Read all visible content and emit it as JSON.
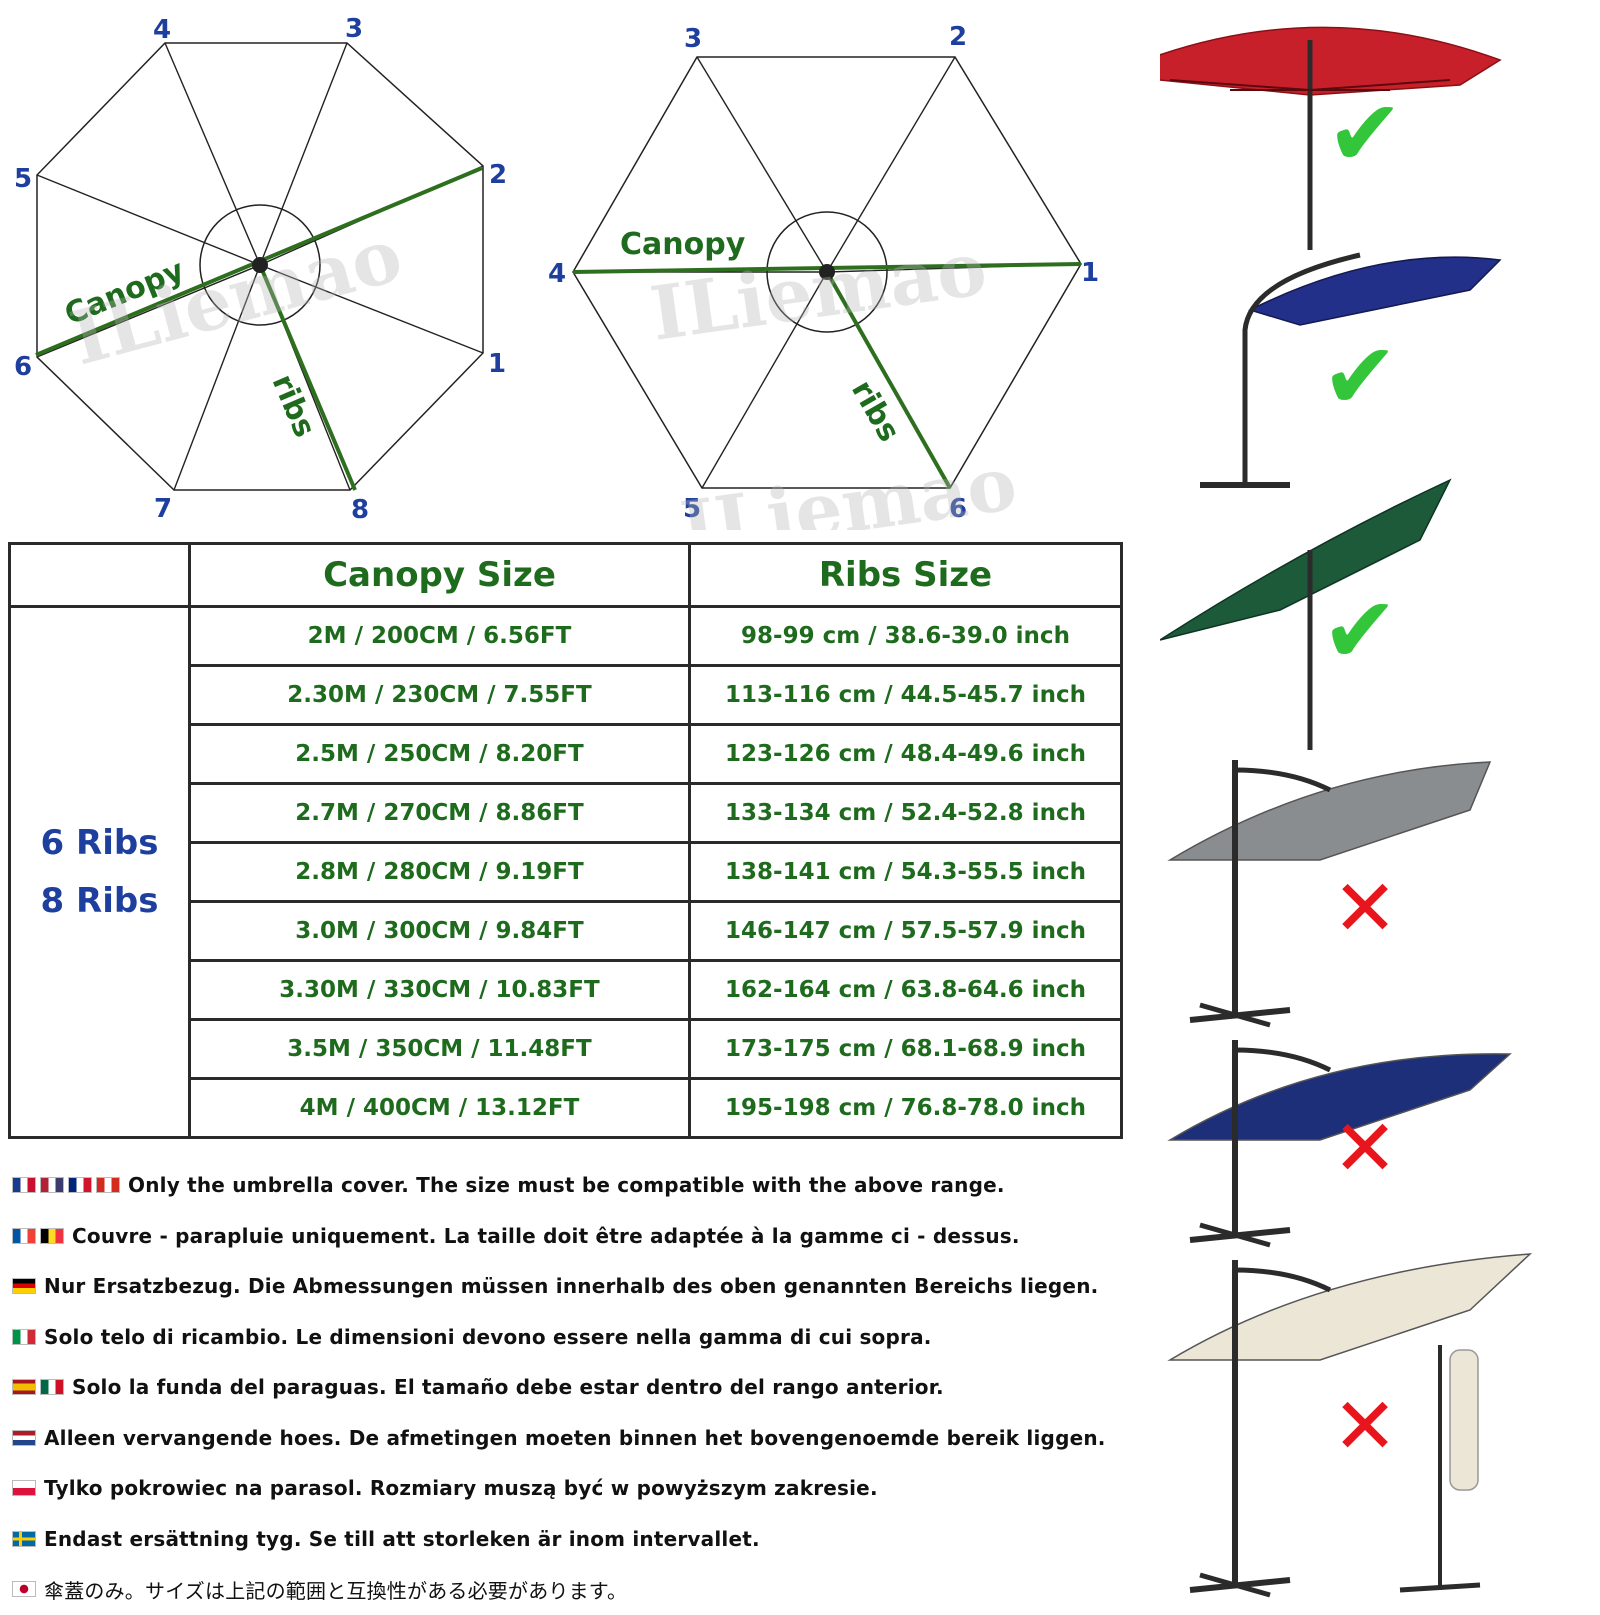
{
  "diagram_8": {
    "point_labels": [
      "1",
      "2",
      "3",
      "4",
      "5",
      "6",
      "7",
      "8"
    ],
    "canopy_label": "Canopy",
    "ribs_label": "ribs"
  },
  "diagram_6": {
    "point_labels": [
      "1",
      "2",
      "3",
      "4",
      "5",
      "6"
    ],
    "canopy_label": "Canopy",
    "ribs_label": "ribs"
  },
  "watermark": "ILiemao",
  "table": {
    "headers": [
      "",
      "Canopy Size",
      "Ribs Size"
    ],
    "ribs_counts": [
      "6 Ribs",
      "8 Ribs"
    ],
    "rows": [
      {
        "canopy": "2M / 200CM / 6.56FT",
        "ribs": "98-99 cm / 38.6-39.0 inch"
      },
      {
        "canopy": "2.30M / 230CM / 7.55FT",
        "ribs": "113-116 cm / 44.5-45.7 inch"
      },
      {
        "canopy": "2.5M / 250CM / 8.20FT",
        "ribs": "123-126 cm / 48.4-49.6 inch"
      },
      {
        "canopy": "2.7M / 270CM / 8.86FT",
        "ribs": "133-134 cm / 52.4-52.8 inch"
      },
      {
        "canopy": "2.8M / 280CM / 9.19FT",
        "ribs": "138-141 cm / 54.3-55.5 inch"
      },
      {
        "canopy": "3.0M / 300CM / 9.84FT",
        "ribs": "146-147 cm / 57.5-57.9 inch"
      },
      {
        "canopy": "3.30M / 330CM / 10.83FT",
        "ribs": "162-164 cm / 63.8-64.6 inch"
      },
      {
        "canopy": "3.5M / 350CM / 11.48FT",
        "ribs": "173-175 cm / 68.1-68.9 inch"
      },
      {
        "canopy": "4M / 400CM / 13.12FT",
        "ribs": "195-198 cm / 76.8-78.0 inch"
      }
    ]
  },
  "notes": [
    {
      "flags": [
        "uk",
        "us",
        "au",
        "ca"
      ],
      "text": "Only the umbrella cover. The size must be compatible with the above range."
    },
    {
      "flags": [
        "fr",
        "be"
      ],
      "text": "Couvre - parapluie uniquement. La taille doit être adaptée à la gamme ci - dessus."
    },
    {
      "flags": [
        "de"
      ],
      "text": "Nur Ersatzbezug. Die Abmessungen müssen innerhalb des oben genannten Bereichs liegen."
    },
    {
      "flags": [
        "it"
      ],
      "text": "Solo telo di ricambio. Le dimensioni devono essere nella gamma di cui sopra."
    },
    {
      "flags": [
        "es",
        "mx"
      ],
      "text": "Solo la funda del paraguas. El tamaño debe estar dentro del rango anterior."
    },
    {
      "flags": [
        "nl"
      ],
      "text": "Alleen vervangende hoes. De afmetingen moeten binnen het bovengenoemde bereik liggen."
    },
    {
      "flags": [
        "pl"
      ],
      "text": "Tylko pokrowiec na parasol. Rozmiary muszą być w powyższym zakresie."
    },
    {
      "flags": [
        "se"
      ],
      "text": "Endast ersättning tyg. Se till att storleken är inom intervallet."
    },
    {
      "flags": [
        "jp"
      ],
      "text": "傘蓋のみ。サイズは上記の範囲と互換性がある必要があります。"
    }
  ],
  "flag_colors": {
    "uk": [
      "#1a3a8f",
      "#ffffff",
      "#c8102e"
    ],
    "us": [
      "#b22234",
      "#ffffff",
      "#3c3b6e"
    ],
    "au": [
      "#00247d",
      "#ffffff",
      "#cf142b"
    ],
    "ca": [
      "#d52b1e",
      "#ffffff",
      "#d52b1e"
    ],
    "fr": [
      "#0055a4",
      "#ffffff",
      "#ef4135"
    ],
    "be": [
      "#000000",
      "#fdda24",
      "#ef3340"
    ],
    "de": [
      "#000000",
      "#dd0000",
      "#ffce00"
    ],
    "it": [
      "#009246",
      "#ffffff",
      "#ce2b37"
    ],
    "es": [
      "#aa151b",
      "#f1bf00",
      "#aa151b"
    ],
    "mx": [
      "#006847",
      "#ffffff",
      "#ce1126"
    ],
    "nl": [
      "#ae1c28",
      "#ffffff",
      "#21468b"
    ],
    "pl": [
      "#ffffff",
      "#ffffff",
      "#dc143c"
    ],
    "se": [
      "#006aa7",
      "#fecc00",
      "#006aa7"
    ],
    "jp": [
      "#ffffff",
      "#bc002d",
      "#ffffff"
    ]
  },
  "umbrellas": [
    {
      "name": "red-market-umbrella",
      "color": "#c8202a",
      "compatible": true
    },
    {
      "name": "blue-offset-umbrella",
      "color": "#23308a",
      "compatible": true
    },
    {
      "name": "green-tilt-umbrella",
      "color": "#1d5a3a",
      "compatible": true
    },
    {
      "name": "grey-cantilever-umbrella",
      "color": "#8a8d90",
      "compatible": false
    },
    {
      "name": "navy-led-cantilever-umbrella",
      "color": "#1c2f78",
      "compatible": false
    },
    {
      "name": "beige-led-cantilever-umbrella",
      "color": "#ece6d6",
      "compatible": false
    }
  ],
  "marks": {
    "ok": "✔",
    "no": "✕"
  },
  "colors": {
    "label_green": "#1e6b1e",
    "number_blue": "#1f3f9f",
    "check_green": "#34c63a",
    "cross_red": "#e8161c"
  }
}
